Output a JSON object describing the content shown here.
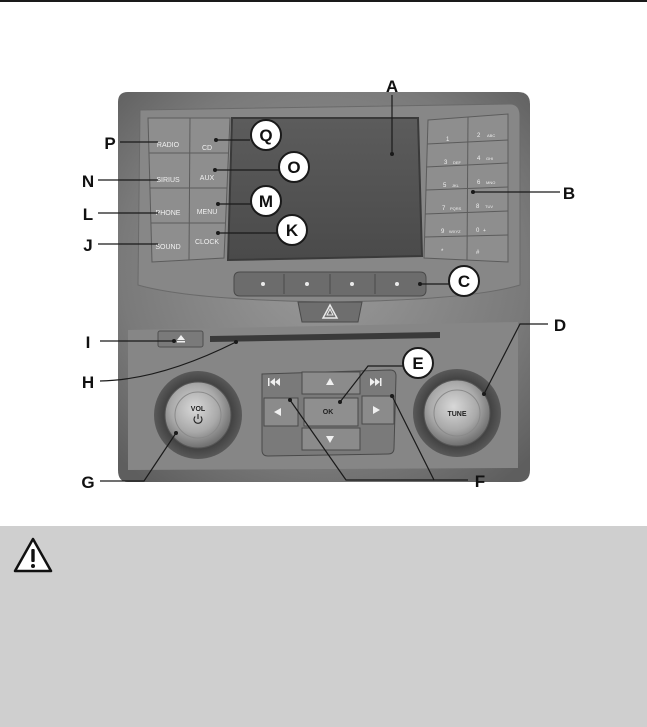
{
  "panel_buttons": {
    "radio": "RADIO",
    "cd": "CD",
    "sirius": "SIRIUS",
    "aux": "AUX",
    "phone": "PHONE",
    "menu": "MENU",
    "sound": "SOUND",
    "clock": "CLOCK",
    "vol": "VOL",
    "tune": "TUNE",
    "ok": "OK"
  },
  "keypad": [
    {
      "num": "1",
      "sub": ""
    },
    {
      "num": "2",
      "sub": "ABC"
    },
    {
      "num": "3",
      "sub": "DEF"
    },
    {
      "num": "4",
      "sub": "GHI"
    },
    {
      "num": "5",
      "sub": "JKL"
    },
    {
      "num": "6",
      "sub": "MNO"
    },
    {
      "num": "7",
      "sub": "PQRS"
    },
    {
      "num": "8",
      "sub": "TUV"
    },
    {
      "num": "9",
      "sub": "WXYZ"
    },
    {
      "num": "0",
      "sub": "+"
    },
    {
      "num": "*",
      "sub": ""
    },
    {
      "num": "#",
      "sub": ""
    }
  ],
  "callouts": {
    "A": "A",
    "B": "B",
    "C": "C",
    "D": "D",
    "E": "E",
    "F": "F",
    "G": "G",
    "H": "H",
    "I": "I",
    "J": "J",
    "K": "K",
    "L": "L",
    "M": "M",
    "N": "N",
    "O": "O",
    "P": "P",
    "Q": "Q"
  },
  "icons": {
    "warning": "warning-triangle-icon",
    "eject": "eject-icon",
    "hazard": "hazard-triangle-icon",
    "power": "power-icon",
    "seek_back": "seek-back-icon",
    "seek_forward": "seek-forward-icon"
  }
}
